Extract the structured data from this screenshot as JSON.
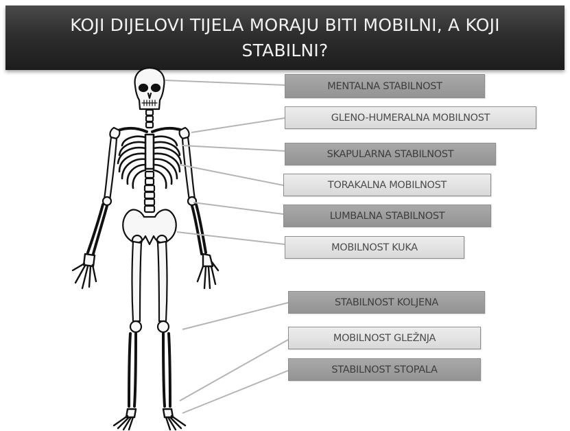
{
  "title_lines": [
    "KOJI DIJELOVI TIJELA MORAJU BITI MOBILNI, A KOJI",
    "STABILNI?"
  ],
  "labels": [
    {
      "text": "MENTALNA   STABILNOST",
      "shade": "dark"
    },
    {
      "text": "GLENO-HUMERALNA MOBILNOST",
      "shade": "light"
    },
    {
      "text": "SKAPULARNA STABILNOST",
      "shade": "dark"
    },
    {
      "text": "TORAKALNA MOBILNOST",
      "shade": "light"
    },
    {
      "text": "LUMBALNA STABILNOST",
      "shade": "dark"
    },
    {
      "text": "MOBILNOST KUKA",
      "shade": "light"
    },
    {
      "text": "STABILNOST KOLJENA",
      "shade": "dark"
    },
    {
      "text": "MOBILNOST GLEŽNJA",
      "shade": "light"
    },
    {
      "text": "STABILNOST STOPALA",
      "shade": "dark"
    }
  ],
  "colors": {
    "header_bg": "#2e2e2e",
    "header_text": "#f2f2f2",
    "box_dark": "#9e9e9e",
    "box_light": "#e3e3e3",
    "connector": "#b4b4b4"
  }
}
